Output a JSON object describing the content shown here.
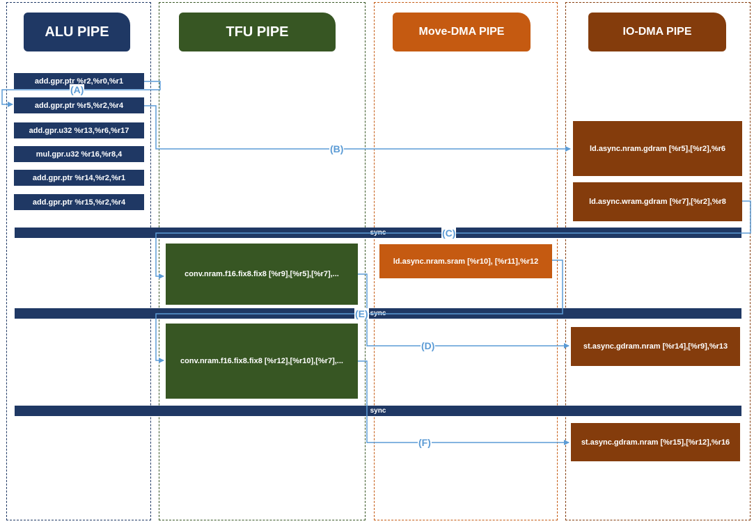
{
  "pipes": {
    "alu": {
      "title": "ALU PIPE",
      "color": "#1f3864"
    },
    "tfu": {
      "title": "TFU PIPE",
      "color": "#375623"
    },
    "move_dma": {
      "title": "Move-DMA PIPE",
      "color": "#c55a11"
    },
    "io_dma": {
      "title": "IO-DMA PIPE",
      "color": "#843c0c"
    }
  },
  "alu_instructions": [
    "add.gpr.ptr %r2,%r0,%r1",
    "add.gpr.ptr %r5,%r2,%r4",
    "add.gpr.u32 %r13,%r6,%r17",
    "mul.gpr.u32 %r16,%r8,4",
    "add.gpr.ptr %r14,%r2,%r1",
    "add.gpr.ptr %r15,%r2,%r4"
  ],
  "tfu_instructions": [
    "conv.nram.f16.fix8.fix8 [%r9],[%r5],[%r7],...",
    "conv.nram.f16.fix8.fix8 [%r12],[%r10],[%r7],..."
  ],
  "move_dma_instructions": [
    "ld.async.nram.sram [%r10], [%r11],%r12"
  ],
  "io_dma_instructions": [
    "ld.async.nram.gdram [%r5],[%r2],%r6",
    "ld.async.wram.gdram [%r7],[%r2],%r8",
    "st.async.gdram.nram [%r14],[%r9],%r13",
    "st.async.gdram.nram [%r15],[%r12],%r16"
  ],
  "sync_bars": [
    "sync",
    "sync",
    "sync"
  ],
  "dependency_labels": [
    "(A)",
    "(B)",
    "(C)",
    "(D)",
    "(E)",
    "(F)"
  ],
  "arrow_color": "#5b9bd5"
}
